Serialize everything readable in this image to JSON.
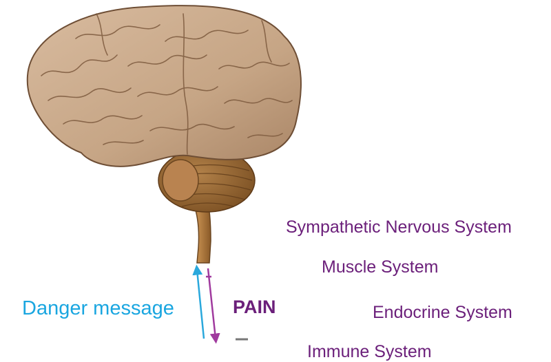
{
  "labels": {
    "danger_message": "Danger message",
    "pain": "PAIN",
    "systems": [
      "Sympathetic Nervous System",
      "Muscle System",
      "Endocrine System",
      "Immune System"
    ]
  },
  "colors": {
    "danger_message": "#1aa6e0",
    "pain": "#6b1f7a",
    "systems": "#6b1f7a",
    "afferent_arrow": "#2aa8dc",
    "efferent_arrow": "#a03a9e",
    "brain_fill": "#c8a78a",
    "brain_outline": "#7a5a40",
    "cerebellum": "#9a6a36",
    "brainstem": "#b07a3e"
  },
  "icons": {
    "brain": "brain-illustration",
    "up_arrow": "arrow-up",
    "down_arrow": "arrow-down"
  }
}
